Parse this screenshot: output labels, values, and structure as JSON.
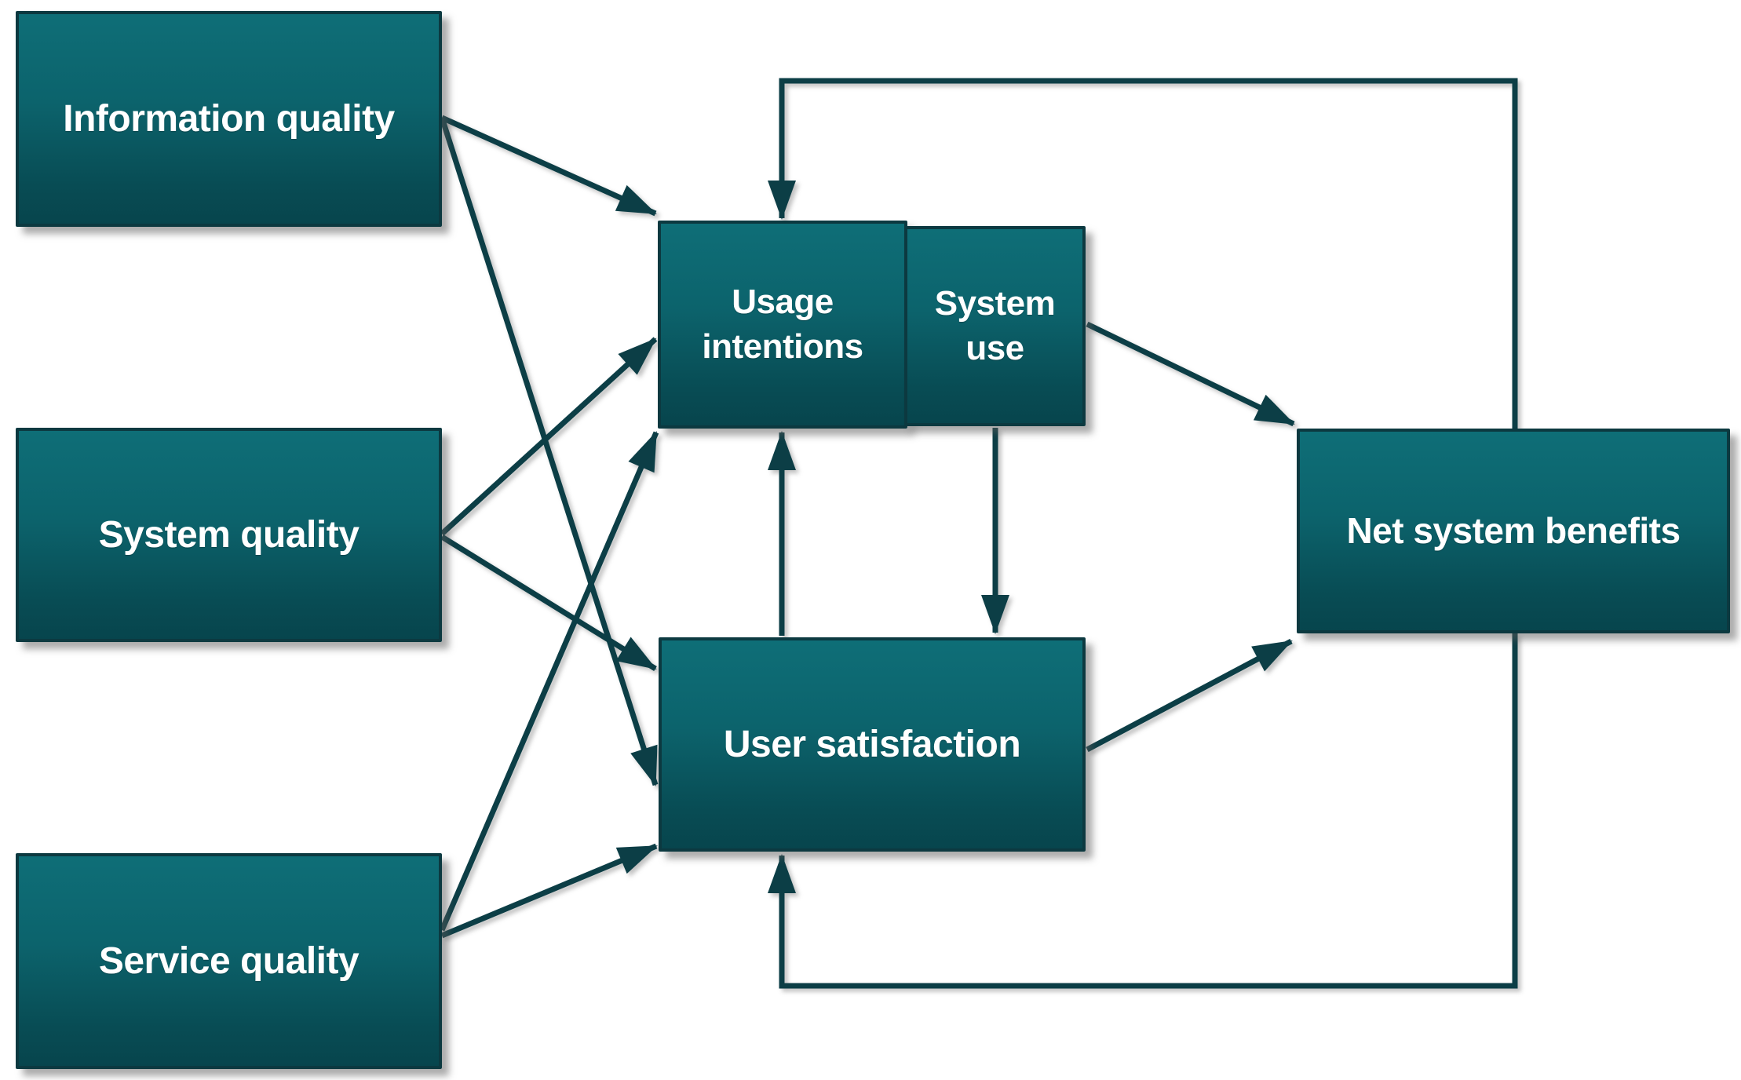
{
  "diagram": {
    "type": "flow-diagram",
    "background_color": "#FFFFFF",
    "colors": {
      "box_fill_top": "#0E6E77",
      "box_fill_bottom": "#07454D",
      "box_border": "#0C3940",
      "arrow": "#0C3E46",
      "text": "#FFFFFF"
    },
    "nodes": {
      "information_quality": {
        "label": "Information quality"
      },
      "system_quality": {
        "label": "System quality"
      },
      "service_quality": {
        "label": "Service quality"
      },
      "usage_intentions": {
        "label": "Usage\nintentions"
      },
      "system_use": {
        "label": "System\nuse"
      },
      "user_satisfaction": {
        "label": "User satisfaction"
      },
      "net_system_benefits": {
        "label": "Net system benefits"
      }
    },
    "edges": [
      {
        "from": "information_quality",
        "to": "usage_intentions"
      },
      {
        "from": "information_quality",
        "to": "user_satisfaction"
      },
      {
        "from": "system_quality",
        "to": "usage_intentions"
      },
      {
        "from": "system_quality",
        "to": "user_satisfaction"
      },
      {
        "from": "service_quality",
        "to": "usage_intentions"
      },
      {
        "from": "service_quality",
        "to": "user_satisfaction"
      },
      {
        "from": "system_use",
        "to": "net_system_benefits"
      },
      {
        "from": "user_satisfaction",
        "to": "net_system_benefits"
      },
      {
        "from": "user_satisfaction",
        "to": "usage_intentions"
      },
      {
        "from": "system_use",
        "to": "user_satisfaction"
      },
      {
        "from": "net_system_benefits",
        "to": "usage_intentions",
        "style": "feedback-loop-top"
      },
      {
        "from": "net_system_benefits",
        "to": "user_satisfaction",
        "style": "feedback-loop-bottom"
      }
    ]
  }
}
